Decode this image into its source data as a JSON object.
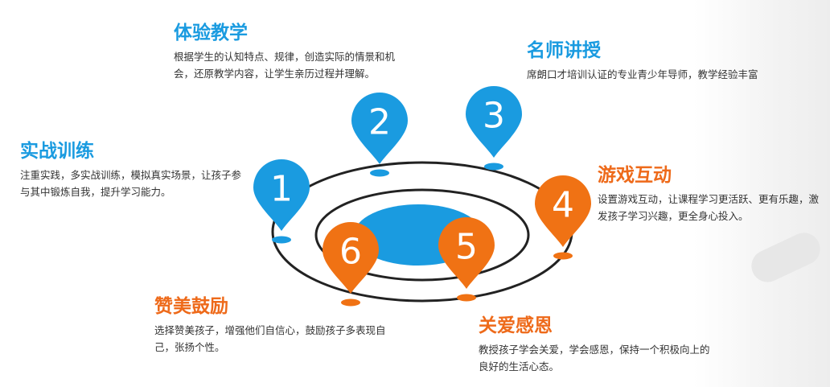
{
  "colors": {
    "blue": "#1a9be0",
    "orange": "#f07214",
    "ring": "#222222"
  },
  "pins": [
    {
      "label": "1",
      "color": "blue"
    },
    {
      "label": "2",
      "color": "blue"
    },
    {
      "label": "3",
      "color": "blue"
    },
    {
      "label": "4",
      "color": "orange"
    },
    {
      "label": "5",
      "color": "orange"
    },
    {
      "label": "6",
      "color": "orange"
    }
  ],
  "items": [
    {
      "title": "体验教学",
      "desc": "根据学生的认知特点、规律，创造实际的情景和机会，还原教学内容，让学生亲历过程并理解。"
    },
    {
      "title": "名师讲授",
      "desc": "席朗口才培训认证的专业青少年导师，教学经验丰富"
    },
    {
      "title": "实战训练",
      "desc": "注重实践，多实战训练，模拟真实场景，让孩子参与其中锻炼自我，提升学习能力。"
    },
    {
      "title": "游戏互动",
      "desc": "设置游戏互动，让课程学习更活跃、更有乐趣，激发孩子学习兴趣，更全身心投入。"
    },
    {
      "title": "赞美鼓励",
      "desc": "选择赞美孩子，增强他们自信心，鼓励孩子多表现自己，张扬个性。"
    },
    {
      "title": "关爱感恩",
      "desc": "教授孩子学会关爱，学会感恩，保持一个积极向上的良好的生活心态。"
    }
  ]
}
